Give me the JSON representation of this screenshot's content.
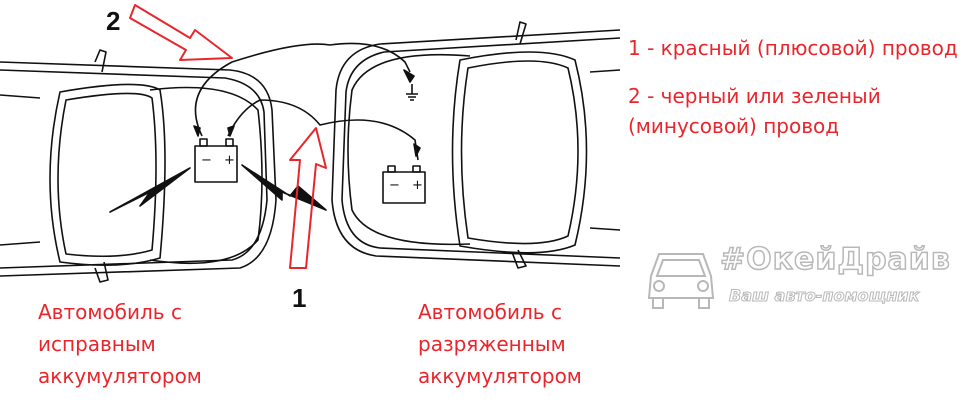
{
  "legend": {
    "item1": "1 - красный (плюсовой) провод",
    "item2_line1": "2 - черный или зеленый",
    "item2_line2": "(минусовой) провод"
  },
  "labels": {
    "left_car": [
      "Автомобиль с",
      "исправным",
      "аккумулятором"
    ],
    "right_car": [
      "Автомобиль с",
      "разряженным",
      "аккумулятором"
    ]
  },
  "markers": {
    "wire1": "1",
    "wire2": "2"
  },
  "battery": {
    "minus": "−",
    "plus": "+"
  },
  "watermark": {
    "title": "#ОкейДрайв",
    "subtitle": "Ваш авто-помощник"
  },
  "colors": {
    "red": "#e8262c",
    "black": "#111111",
    "watermark": "#b8b8b8"
  }
}
